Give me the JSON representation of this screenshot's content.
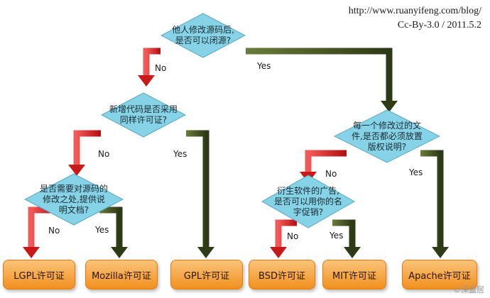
{
  "credit": {
    "url": "http://www.ruanyifeng.com/blog/",
    "license": "Cc-By-3.0 / 2011.5.2"
  },
  "questions": {
    "q1": [
      "他人修改源码后,",
      "是否可以闭源?"
    ],
    "q2": [
      "新增代码是否采用",
      "同样许可证?"
    ],
    "q3": [
      "是否需要对源码的",
      "修改之处,提供说",
      "明文档?"
    ],
    "q4": [
      "每一个修改过的文",
      "件,是否都必须放置",
      "版权说明?"
    ],
    "q5": [
      "衍生软件的广告,",
      "是否可以用你的名",
      "字促销?"
    ]
  },
  "answers": {
    "yes": "Yes",
    "no": "No"
  },
  "licenses": {
    "lgpl": "LGPL许可证",
    "mozilla": "Mozilla许可证",
    "gpl": "GPL许可证",
    "bsd": "BSD许可证",
    "mit": "MIT许可证",
    "apache": "Apache许可证"
  },
  "colors": {
    "yes_arrow": "#3a4a1e",
    "no_arrow": "#d81c1c",
    "diamond": "#7fd0e6",
    "box": "#f5a445"
  },
  "watermark": "©深蓝居"
}
